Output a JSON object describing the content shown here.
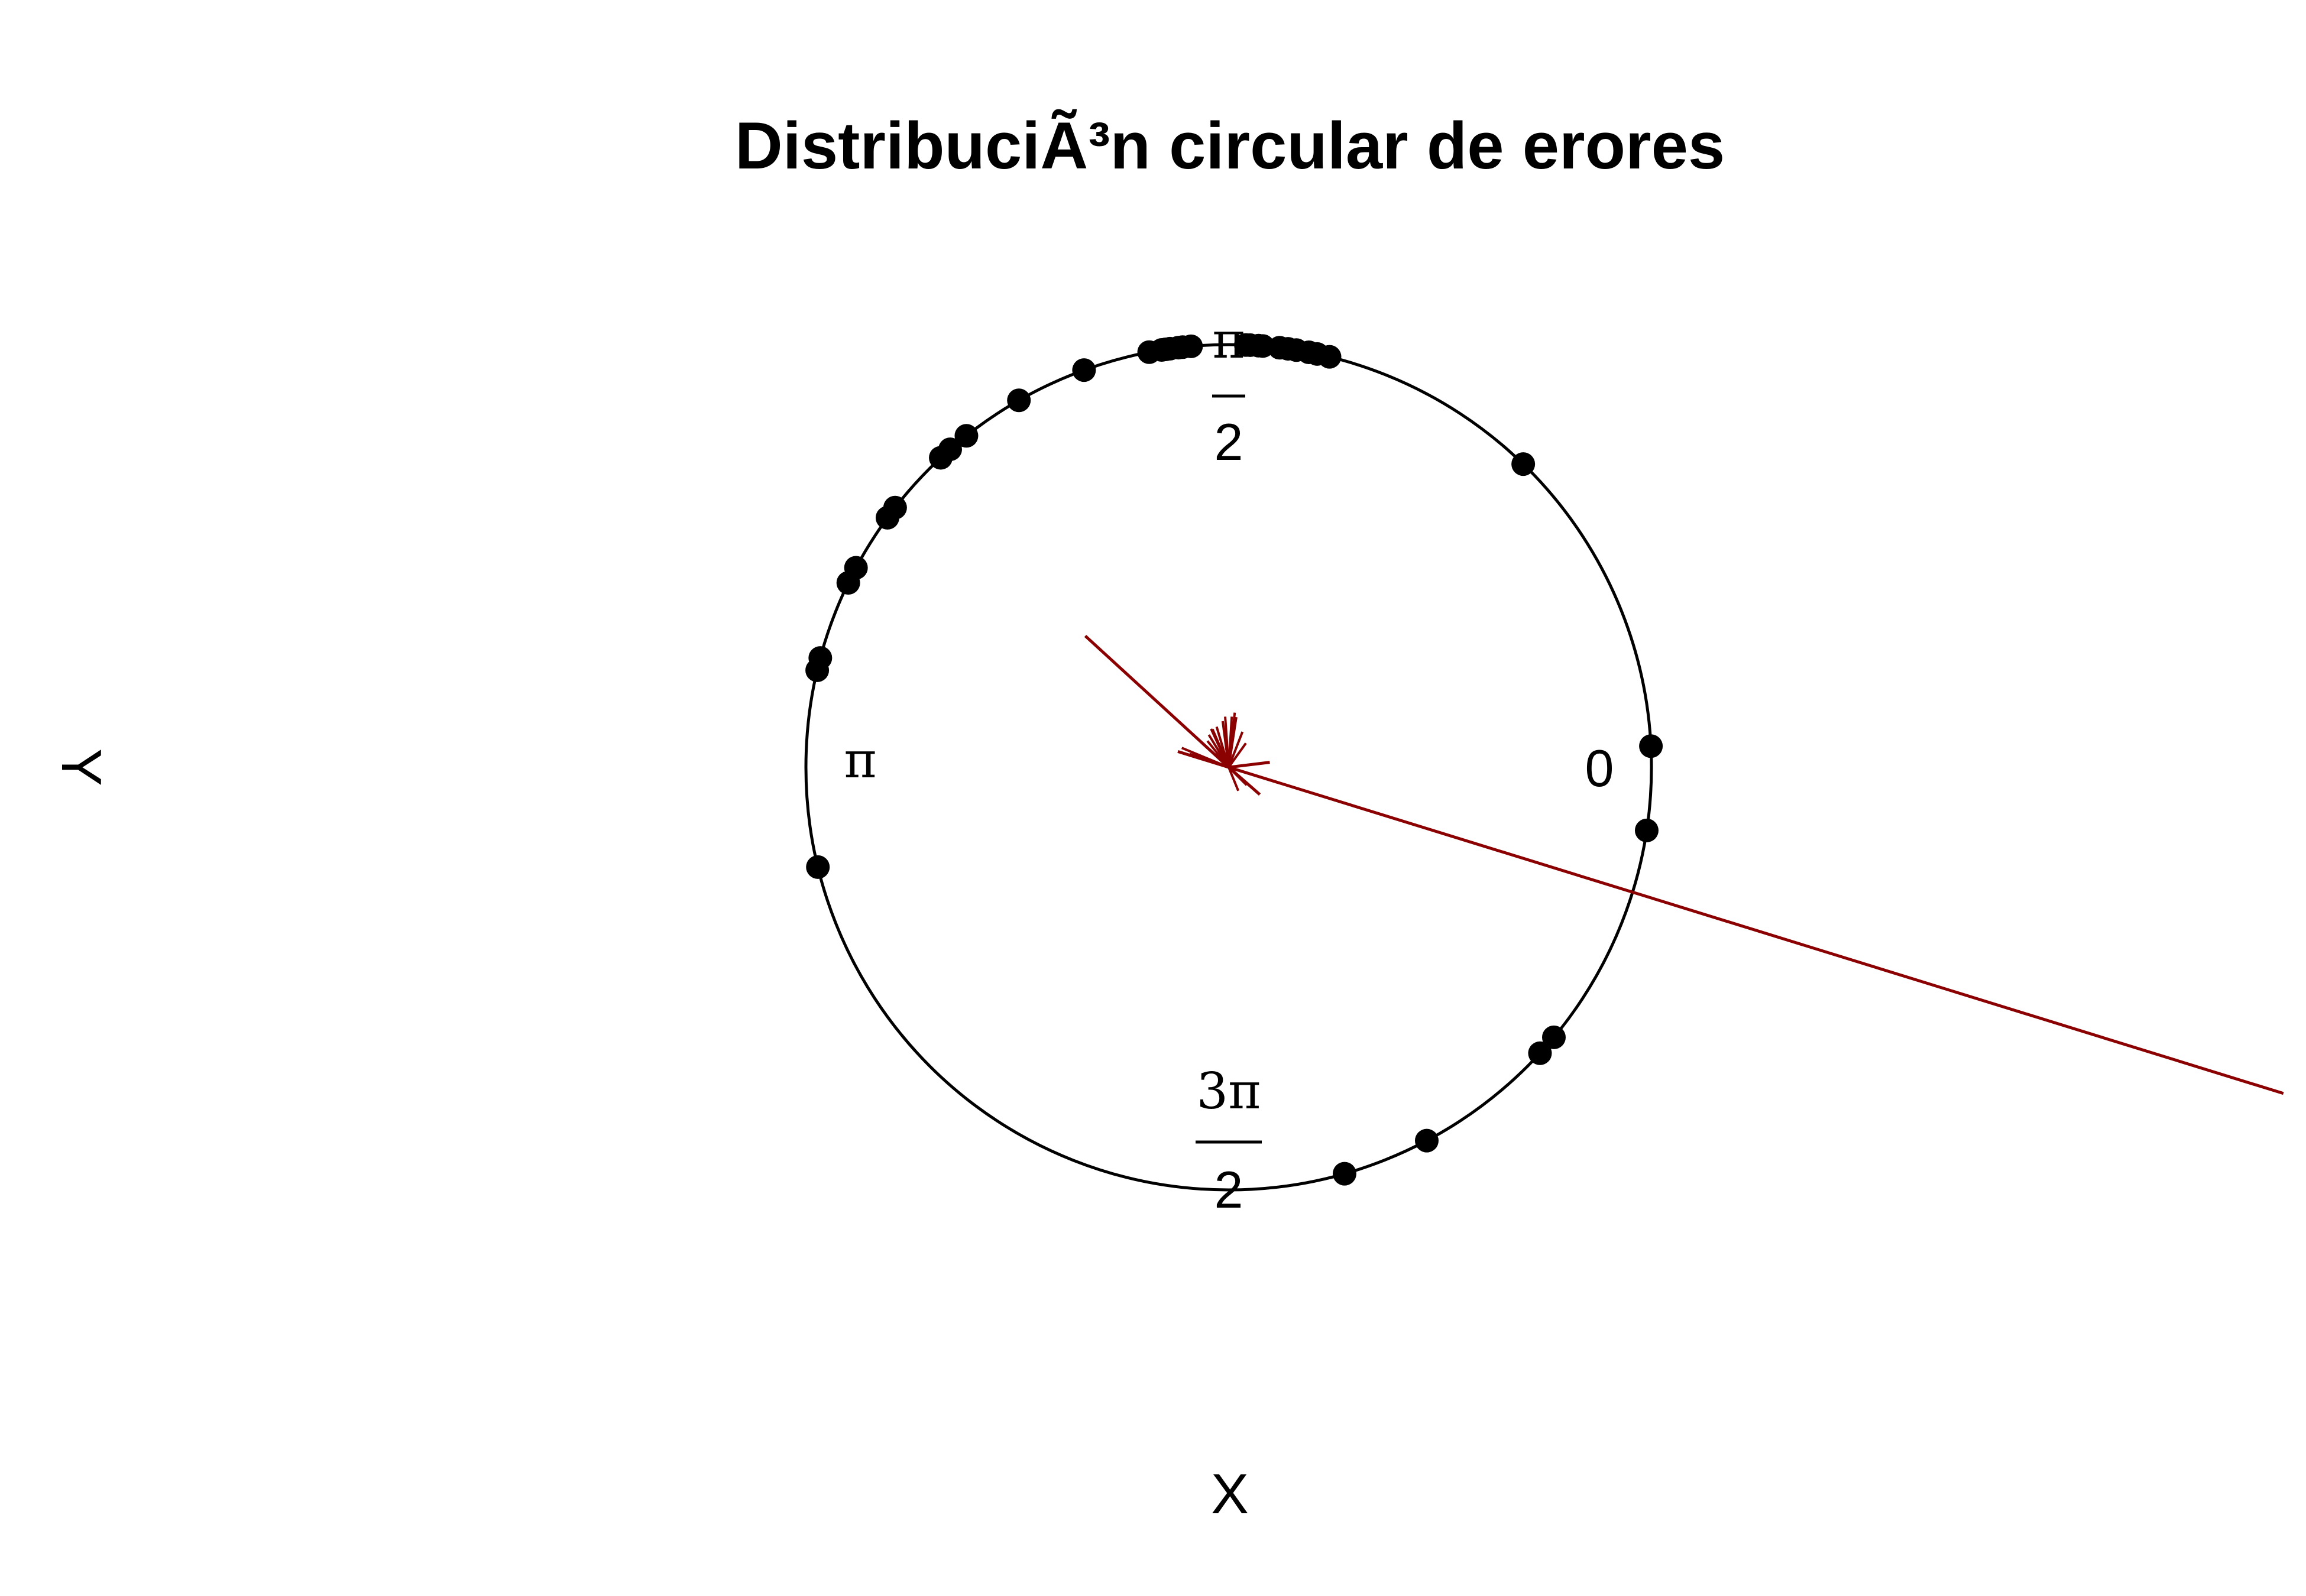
{
  "chart_data": {
    "type": "scatter",
    "subtype": "circular",
    "title": "DistribuciÃ³n circular de erores",
    "xlabel": "X",
    "ylabel": "Y",
    "grid": false,
    "legend": "none",
    "zero_direction": "east",
    "rotation": "counterclockwise",
    "angle_labels": {
      "zero": "0",
      "half_pi_num": "π",
      "half_pi_den": "2",
      "pi": "π",
      "three_half_pi_num": "3π",
      "three_half_pi_den": "2"
    },
    "points_radians": [
      0.05,
      -0.15,
      0.8,
      1.33,
      1.36,
      1.38,
      1.41,
      1.43,
      1.45,
      1.49,
      1.5,
      1.52,
      1.53,
      1.66,
      1.68,
      1.69,
      1.71,
      1.72,
      1.73,
      1.76,
      1.92,
      2.09,
      2.24,
      2.29,
      2.32,
      2.48,
      2.51,
      2.65,
      2.69,
      2.88,
      2.91,
      3.38,
      4.99,
      5.2,
      5.54,
      5.59
    ],
    "mean_vector": {
      "angle": 2.4,
      "length": 0.46
    },
    "regression_line": {
      "angle": -0.3
    },
    "rose_spokes": [
      {
        "angle": 1.46,
        "length": 0.13
      },
      {
        "angle": 1.42,
        "length": 0.12
      },
      {
        "angle": 1.51,
        "length": 0.12
      },
      {
        "angle": 1.64,
        "length": 0.12
      },
      {
        "angle": 1.7,
        "length": 0.11
      },
      {
        "angle": 1.86,
        "length": 0.1
      },
      {
        "angle": 2.0,
        "length": 0.1
      },
      {
        "angle": 2.12,
        "length": 0.09
      },
      {
        "angle": 2.25,
        "length": 0.08
      },
      {
        "angle": 2.75,
        "length": 0.12
      },
      {
        "angle": 1.2,
        "length": 0.09
      },
      {
        "angle": 0.95,
        "length": 0.07
      },
      {
        "angle": 5.1,
        "length": 0.06
      },
      {
        "angle": 5.5,
        "length": 0.06
      }
    ],
    "colors": {
      "points": "#000000",
      "circle": "#000000",
      "arrows": "#8B0000"
    }
  }
}
